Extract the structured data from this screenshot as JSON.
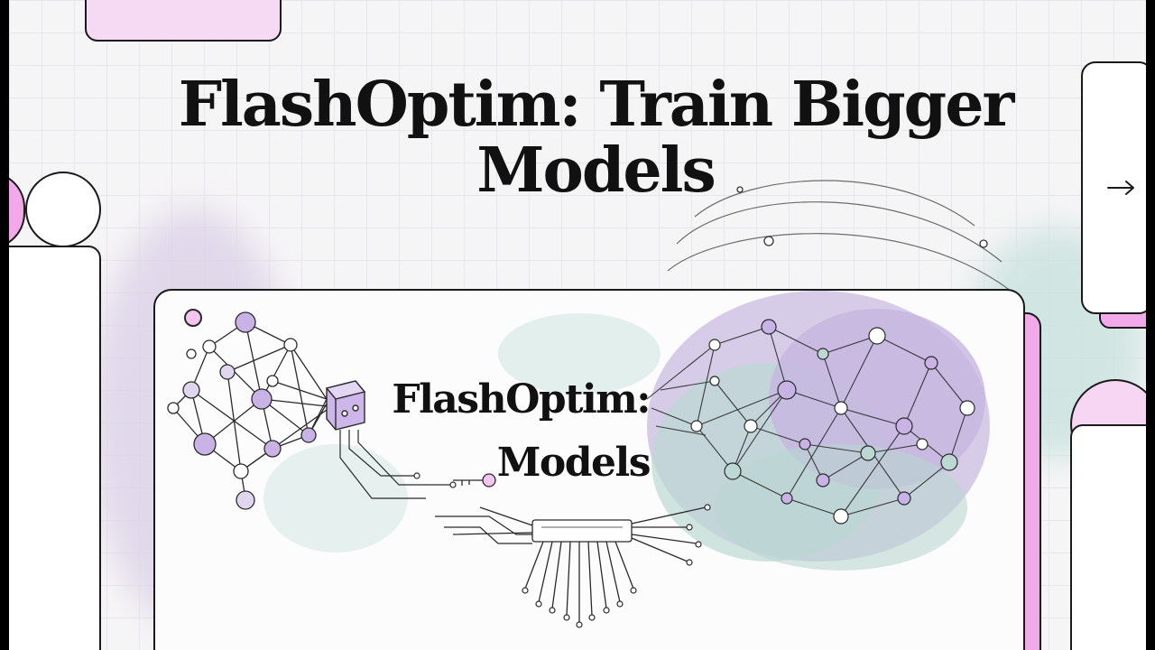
{
  "slide": {
    "title": "FlashOptim: Train Bigger Models",
    "inner_title_line1": "FlashOptim:",
    "inner_title_line2": "Models"
  },
  "icons": {
    "next": "arrow-right-icon"
  },
  "colors": {
    "accent_pink": "#f4c6ef",
    "node_purple": "#c9b2e6",
    "wash_lilac": "#d9cfe8",
    "wash_teal": "#bfdcd8",
    "ink": "#1a1a1a"
  }
}
